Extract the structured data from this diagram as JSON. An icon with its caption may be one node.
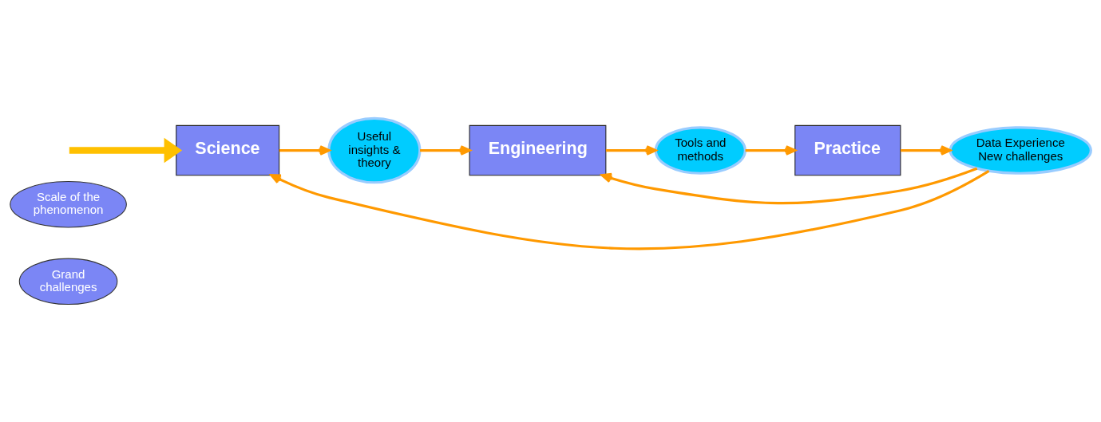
{
  "diagram": {
    "nodes": [
      {
        "text": [
          "Scale of the phenomenon"
        ]
      },
      {
        "text": [
          "Grand challenges"
        ]
      },
      {
        "text": [
          "Science"
        ]
      },
      {
        "text": [
          "Useful insights & theory"
        ]
      },
      {
        "text": [
          "Engineering"
        ]
      },
      {
        "text": [
          "Tools and methods"
        ]
      },
      {
        "text": [
          "Practice"
        ]
      },
      {
        "text": [
          "Data Experience New challenges"
        ]
      }
    ],
    "edges": [
      {
        "from": null,
        "to": 2,
        "arrow": "to",
        "style": "thick",
        "color": "#ffc000"
      },
      {
        "from": 2,
        "to": 3,
        "arrow": "to"
      },
      {
        "from": 3,
        "to": 4,
        "arrow": "to"
      },
      {
        "from": 4,
        "to": 5,
        "arrow": "to"
      },
      {
        "from": 5,
        "to": 6,
        "arrow": "to"
      },
      {
        "from": 6,
        "to": 7,
        "arrow": "to"
      },
      {
        "from": 7,
        "to": 2,
        "arrow": "to"
      },
      {
        "from": 7,
        "to": 4,
        "arrow": "to"
      }
    ]
  }
}
